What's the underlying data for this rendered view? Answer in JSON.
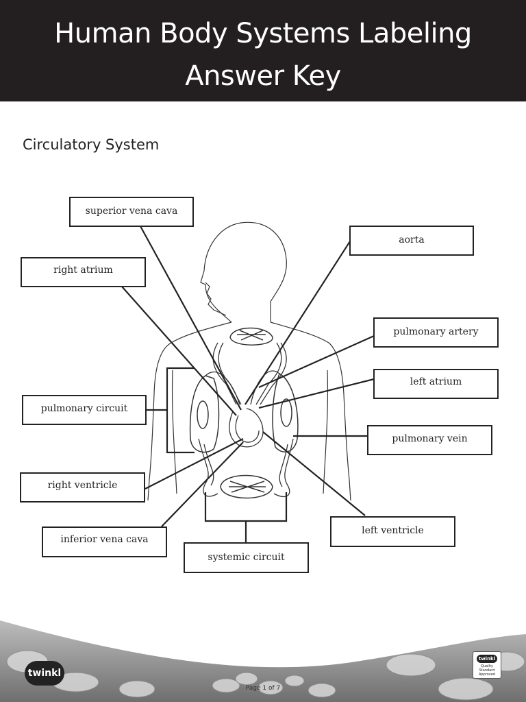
{
  "header": {
    "title_line1": "Human Body Systems Labeling",
    "title_line2": "Answer Key"
  },
  "section_title": "Circulatory System",
  "labels": {
    "superior_vena_cava": "superior vena cava",
    "aorta": "aorta",
    "right_atrium": "right atrium",
    "pulmonary_artery": "pulmonary artery",
    "left_atrium": "left atrium",
    "pulmonary_circuit": "pulmonary circuit",
    "pulmonary_vein": "pulmonary vein",
    "right_ventricle": "right ventricle",
    "left_ventricle": "left ventricle",
    "inferior_vena_cava": "inferior vena cava",
    "systemic_circuit": "systemic circuit"
  },
  "footer": {
    "brand": "twinkl",
    "badge_text": "Quality Standard Approved",
    "page_number": "Page 1 of 7"
  },
  "colors": {
    "header_bg": "#231f20",
    "ink": "#222222"
  }
}
